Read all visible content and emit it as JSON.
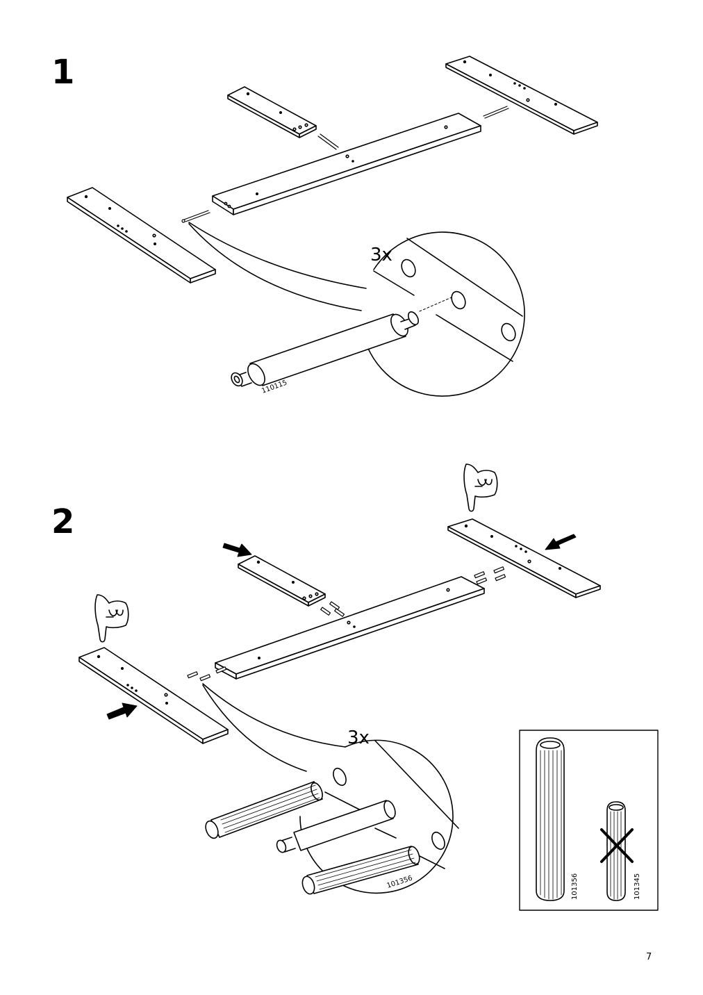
{
  "page": {
    "number": "7"
  },
  "step1": {
    "number": "1",
    "quantity": "3x",
    "part_id": "110115"
  },
  "step2": {
    "number": "2",
    "quantity": "3x",
    "part_id": "101356",
    "comparison": {
      "correct_part_id": "101356",
      "wrong_part_id": "101345"
    }
  }
}
